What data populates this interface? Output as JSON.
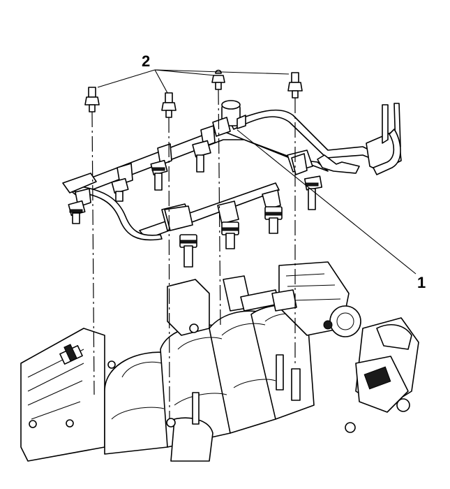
{
  "diagram": {
    "callouts": [
      {
        "id": "fuel-rail-assembly",
        "label": "1"
      },
      {
        "id": "fuel-rail-bolts",
        "label": "2"
      }
    ]
  }
}
